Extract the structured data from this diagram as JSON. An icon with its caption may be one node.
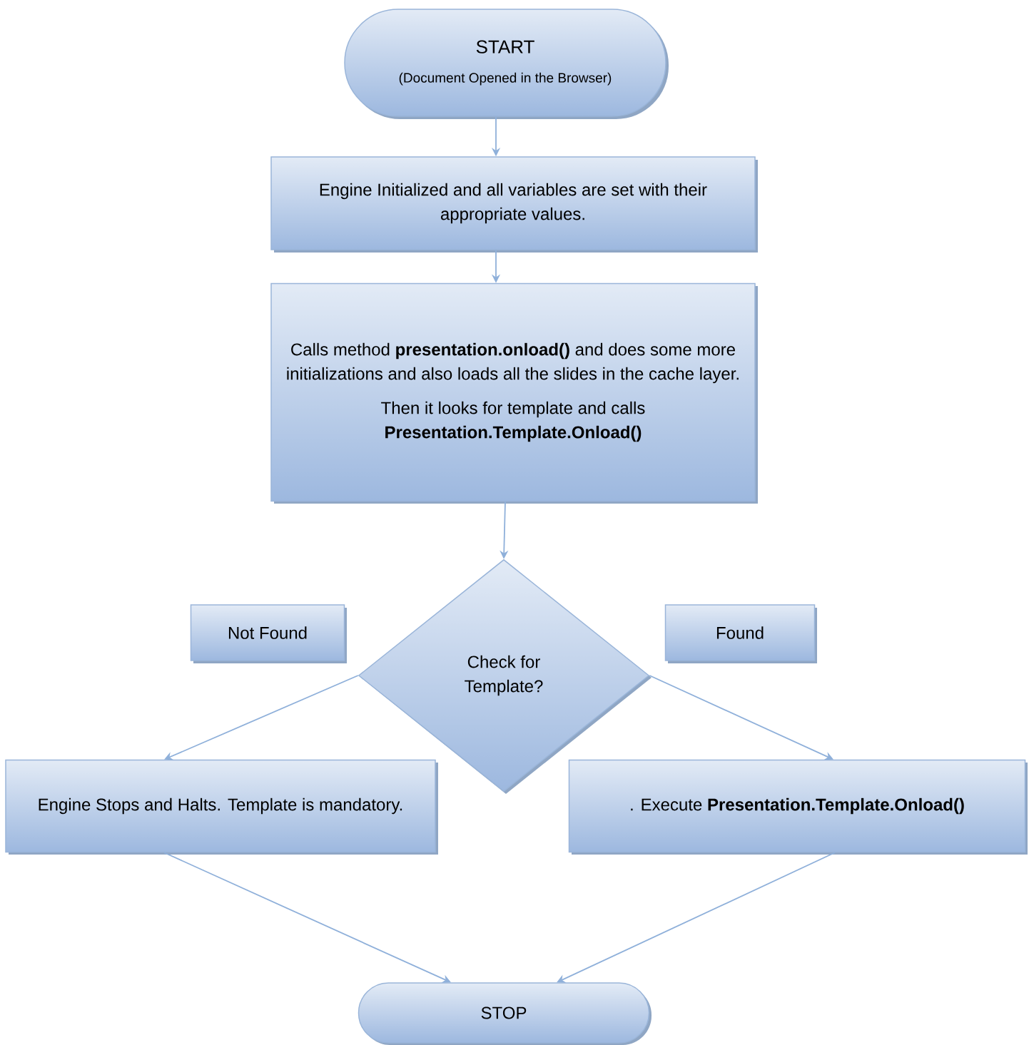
{
  "diagram": {
    "nodes": [
      {
        "text": [
          "START",
          "(Document Opened in the Browser)"
        ]
      },
      {
        "text": [
          "Engine Initialized and all variables are set with their appropriate values."
        ]
      },
      {
        "text": [
          "Calls method **presentation.onload()** and does some more initializations and also loads all the slides in the cache layer.",
          "Then it looks for template and calls **Presentation.Template.Onload()**"
        ]
      },
      {
        "text": [
          "Check for Template?"
        ]
      },
      {
        "text": [
          "Not Found"
        ]
      },
      {
        "text": [
          "Found"
        ]
      },
      {
        "text": [
          "Engine Stops and Halts. Template is mandatory."
        ]
      },
      {
        "text": [
          ". Execute **Presentation.Template.Onload()**"
        ]
      },
      {
        "text": [
          "STOP"
        ]
      }
    ],
    "edges": [
      {
        "from": 0,
        "to": 1,
        "arrow": "to"
      },
      {
        "from": 1,
        "to": 2,
        "arrow": "to"
      },
      {
        "from": 2,
        "to": 3,
        "arrow": "to"
      },
      {
        "from": 3,
        "to": 6,
        "arrow": "to"
      },
      {
        "from": 3,
        "to": 7,
        "arrow": "to"
      },
      {
        "from": 6,
        "to": 8,
        "arrow": "to"
      },
      {
        "from": 7,
        "to": 8,
        "arrow": "to"
      }
    ]
  }
}
